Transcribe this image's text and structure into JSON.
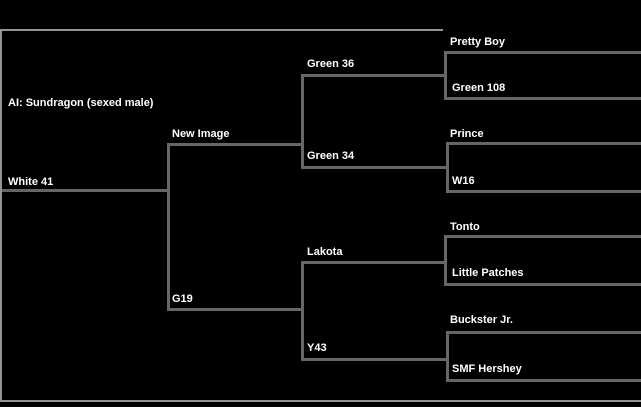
{
  "pedigree": {
    "note": "AI: Sundragon (sexed male)",
    "subject": "White 41",
    "parents": [
      "New Image",
      "G19"
    ],
    "grandparents": [
      "Green 36",
      "Green 34",
      "Lakota",
      "Y43"
    ],
    "great_grandparents": [
      "Pretty Boy",
      "Green 108",
      "Prince",
      "W16",
      "Tonto",
      "Little Patches",
      "Buckster Jr.",
      "SMF Hershey"
    ]
  },
  "colors": {
    "background": "#000000",
    "text": "#ffffff",
    "bracket_line": "#666666",
    "frame_line": "#949494"
  }
}
